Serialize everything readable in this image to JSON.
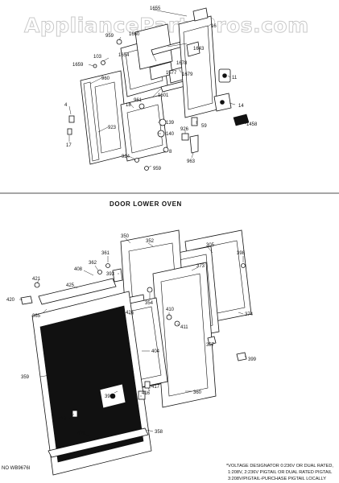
{
  "watermark": "AppliancePartsPros.com",
  "section_title": "DOOR LOWER OVEN",
  "model_no": "NO  WB9676I",
  "notes": [
    "*VOLTAGE DESIGNATOR 0:236V OR DUAL RATED,",
    "1:208V, 2:236V  PIGTAIL OR DUAL RATED PIGTAIL",
    "3:208V/PIGTAIL-PURCHASE PIGTAIL LOCALLY"
  ],
  "upper_labels": [
    "1655",
    "16",
    "1660",
    "959",
    "1643",
    "1654",
    "103",
    "1678",
    "1659",
    "1677",
    "960",
    "1679",
    "18",
    "961",
    "1601",
    "11",
    "14",
    "4",
    "923",
    "139",
    "140",
    "926",
    "59",
    "1458",
    "17",
    "8",
    "924",
    "959",
    "963"
  ],
  "lower_labels": [
    "350",
    "352",
    "305",
    "398",
    "361",
    "362",
    "408",
    "393",
    "425",
    "421",
    "373",
    "354",
    "410",
    "420",
    "424",
    "411",
    "374",
    "365",
    "404",
    "399",
    "357",
    "359",
    "422",
    "399",
    "416",
    "417",
    "360",
    "418",
    "358",
    "419"
  ]
}
